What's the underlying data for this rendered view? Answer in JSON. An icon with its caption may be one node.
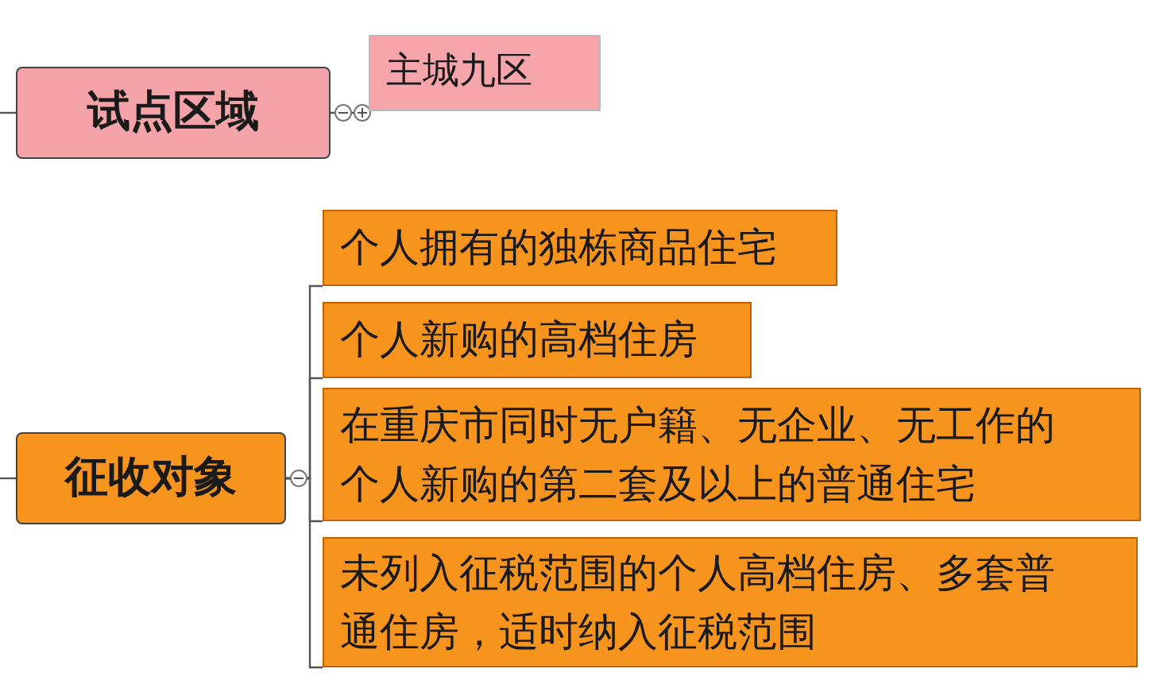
{
  "diagram": {
    "nodes": [
      {
        "text": [
          "试点区域"
        ]
      },
      {
        "text": [
          "主城九区"
        ]
      },
      {
        "text": [
          "征收对象"
        ]
      },
      {
        "text": [
          "个人拥有的独栋商品住宅"
        ]
      },
      {
        "text": [
          "个人新购的高档住房"
        ]
      },
      {
        "text": [
          "在重庆市同时无户籍、无企业、无工作的个人新购的第二套及以上的普通住宅"
        ]
      },
      {
        "text": [
          "未列入征税范围的个人高档住房、多套普通住房，适时纳入征税范围"
        ]
      }
    ],
    "edges": [
      {
        "from": null,
        "to": 0,
        "arrow": "none"
      },
      {
        "from": 0,
        "to": 1,
        "arrow": "none"
      },
      {
        "from": null,
        "to": 2,
        "arrow": "none"
      },
      {
        "from": 2,
        "to": 3,
        "arrow": "none"
      },
      {
        "from": 2,
        "to": 4,
        "arrow": "none"
      },
      {
        "from": 2,
        "to": 5,
        "arrow": "none"
      },
      {
        "from": 2,
        "to": 6,
        "arrow": "none"
      }
    ]
  }
}
